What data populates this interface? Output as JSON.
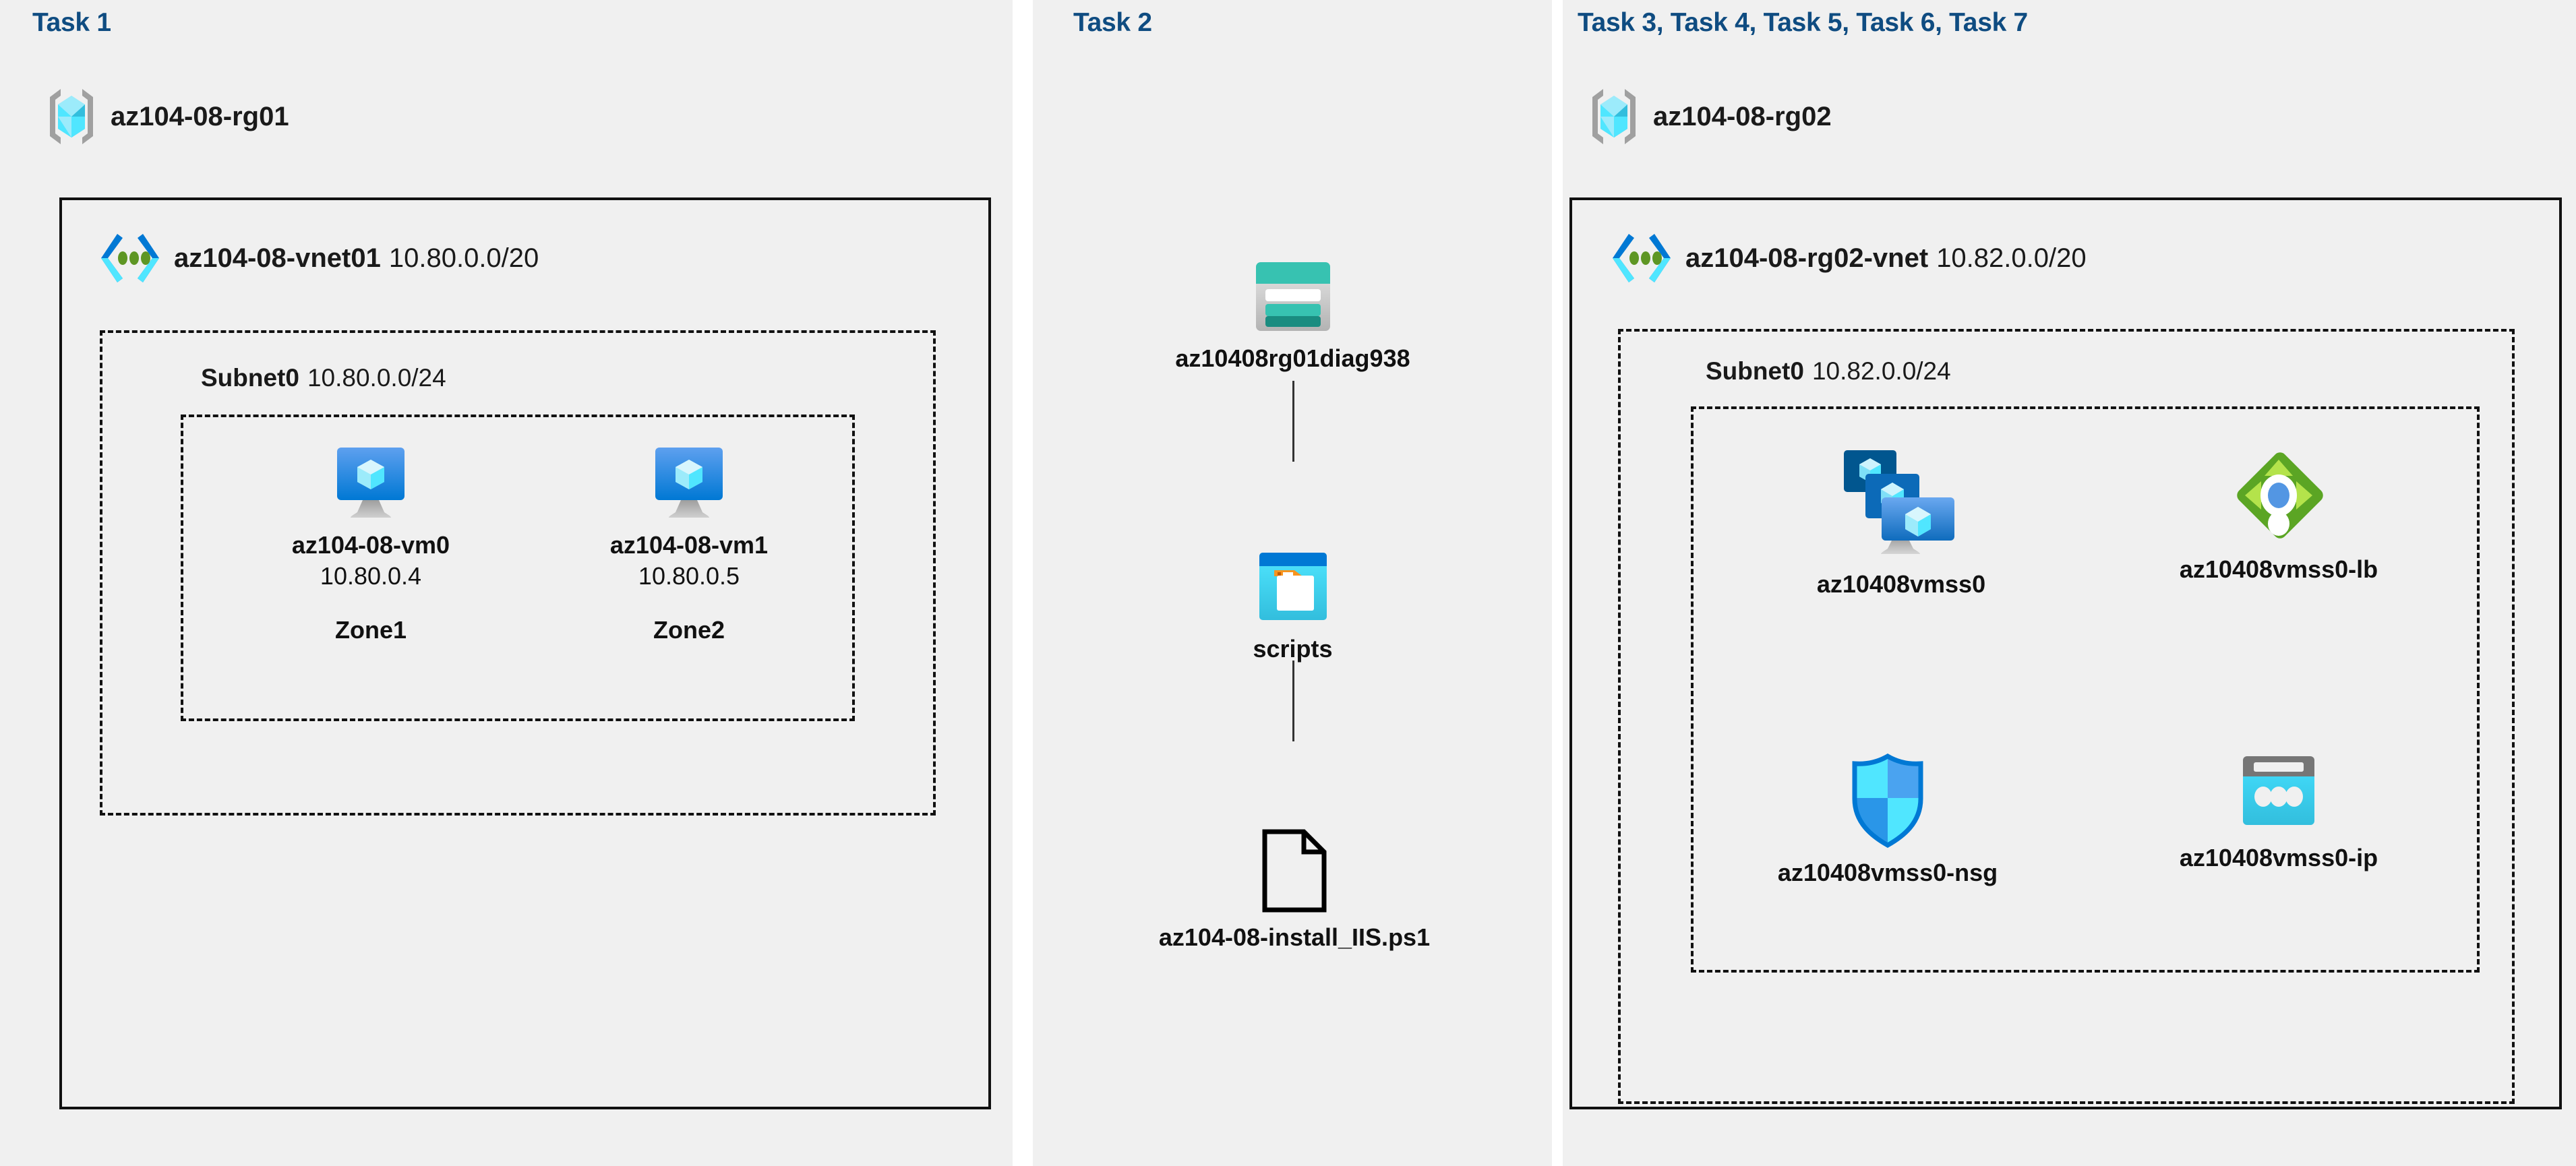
{
  "panels": {
    "task1": {
      "label": "Task 1"
    },
    "task2": {
      "label": "Task 2"
    },
    "task3": {
      "label": "Task 3, Task 4, Task 5, Task 6, Task 7"
    }
  },
  "resource_groups": [
    {
      "name": "az104-08-rg01",
      "icon": "resource-group-icon"
    },
    {
      "name": "az104-08-rg02",
      "icon": "resource-group-icon"
    }
  ],
  "vnets": [
    {
      "name": "az104-08-vnet01",
      "cidr": "10.80.0.0/20",
      "icon": "virtual-network-icon"
    },
    {
      "name": "az104-08-rg02-vnet",
      "cidr": "10.82.0.0/20",
      "icon": "virtual-network-icon"
    }
  ],
  "subnets": [
    {
      "name": "Subnet0",
      "cidr": "10.80.0.0/24"
    },
    {
      "name": "Subnet0",
      "cidr": "10.82.0.0/24"
    }
  ],
  "vms": [
    {
      "name": "az104-08-vm0",
      "ip": "10.80.0.4",
      "zone": "Zone1",
      "icon": "virtual-machine-icon"
    },
    {
      "name": "az104-08-vm1",
      "ip": "10.80.0.5",
      "zone": "Zone2",
      "icon": "virtual-machine-icon"
    }
  ],
  "storage": {
    "account": {
      "name": "az10408rg01diag938",
      "icon": "storage-account-icon"
    },
    "container": {
      "name": "scripts",
      "icon": "blob-container-icon"
    },
    "file": {
      "name": "az104-08-install_IIS.ps1",
      "icon": "file-icon"
    }
  },
  "scale_set_resources": [
    {
      "name": "az10408vmss0",
      "icon": "vm-scale-set-icon"
    },
    {
      "name": "az10408vmss0-lb",
      "icon": "load-balancer-icon"
    },
    {
      "name": "az10408vmss0-nsg",
      "icon": "network-security-group-icon"
    },
    {
      "name": "az10408vmss0-ip",
      "icon": "public-ip-address-icon"
    }
  ],
  "colors": {
    "task_label": "#0f4c81",
    "panel_bg": "#f0f0f0",
    "border": "#111111",
    "azure_blue": "#0078d4",
    "cyan": "#32d4f5",
    "teal": "#32bfb0",
    "green": "#5ba524",
    "orange": "#f7941e",
    "grey": "#767676"
  }
}
